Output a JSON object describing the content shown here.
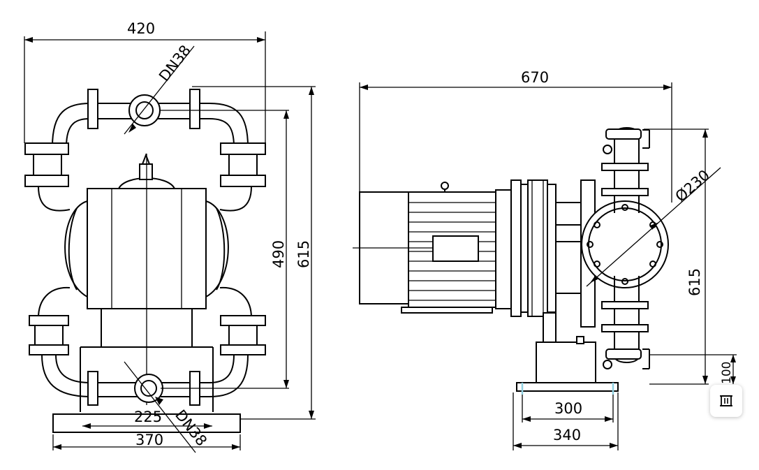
{
  "dimensions": {
    "front_width": "420",
    "front_height_total": "615",
    "front_height_inner": "490",
    "front_base_outer": "370",
    "front_base_inner": "225",
    "inlet": "DN38",
    "outlet": "DN38",
    "side_length": "670",
    "side_diameter": "Ø230",
    "side_height": "615",
    "side_bottom_offset": "100",
    "side_base_inner": "300",
    "side_base_outer": "340"
  },
  "icons": {
    "corner_button": "image-crop-icon"
  }
}
